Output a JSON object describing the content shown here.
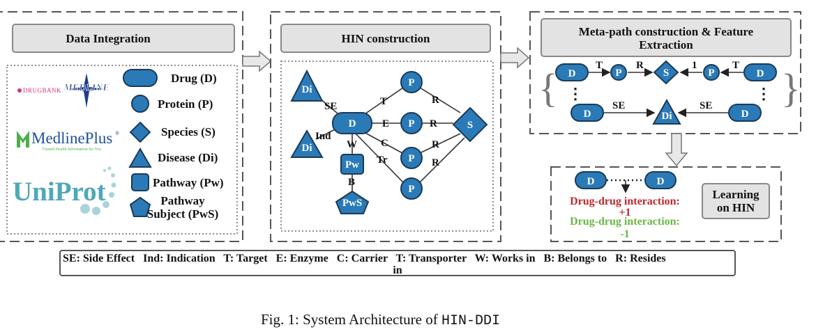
{
  "colors": {
    "node_fill": "#2a7ab8",
    "node_stroke": "#1b3a55",
    "header_fill": "#e3e3e3",
    "positive": "#c0272d",
    "negative": "#6bb745",
    "uniprot_teal": "#4fa8b8",
    "medline_green": "#4fae4d",
    "drugbank_pink": "#d5317a"
  },
  "sections": {
    "data_integration": "Data Integration",
    "hin_construction": "HIN construction",
    "metapath_line1": "Meta-path construction & Feature",
    "metapath_line2": "Extraction",
    "learning_line1": "Learning",
    "learning_line2": "on HIN"
  },
  "sources": {
    "drugbank": "DRUGBANK",
    "medline": "MEDLINE",
    "medlineplus": "MedlinePlus",
    "medlineplus_reg": "®",
    "medlineplus_tag": "Trusted Health Information for You",
    "uniprot": "UniProt"
  },
  "node_types": [
    {
      "label": "Drug (D)",
      "icon": "rounded-rectangle"
    },
    {
      "label": "Protein (P)",
      "icon": "circle"
    },
    {
      "label": "Species (S)",
      "icon": "diamond"
    },
    {
      "label": "Disease (Di)",
      "icon": "triangle"
    },
    {
      "label": "Pathway (Pw)",
      "icon": "rounded-square"
    },
    {
      "label_line1": "Pathway",
      "label_line2": "Subject (PwS)",
      "icon": "pentagon"
    }
  ],
  "hin": {
    "nodes": {
      "drug": "D",
      "disease_se": "Di",
      "disease_ind": "Di",
      "pathway": "Pw",
      "pathway_subject": "PwS",
      "protein1": "P",
      "protein2": "P",
      "protein3": "P",
      "protein4": "P",
      "species": "S"
    },
    "edges": {
      "se": "SE",
      "ind": "Ind",
      "w": "W",
      "b": "B",
      "t": "T",
      "e": "E",
      "c": "C",
      "tr": "Tr",
      "r1": "R",
      "r2": "R",
      "r3": "R",
      "r4": "R"
    }
  },
  "metapath": {
    "path1": [
      "D",
      "P",
      "S",
      "P",
      "D"
    ],
    "path1_edges": [
      "T",
      "R",
      "1",
      "T"
    ],
    "ellipsis": "⋮",
    "path2": [
      "D",
      "Di",
      "D"
    ],
    "path2_edges": [
      "SE",
      "SE"
    ]
  },
  "learning": {
    "nodes": [
      "D",
      "D"
    ],
    "positive_text": "Drug-drug interaction:",
    "positive_value": "+1",
    "negative_text": "Drug-drug interaction:",
    "negative_value": "-1"
  },
  "legend_line1": "SE: Side Effect   Ind: Indication   T: Target   E: Enzyme   C: Carrier   T: Transporter   W: Works in   B: Belongs to   R: Resides",
  "legend_line2": "in",
  "caption": {
    "prefix": "Fig. 1: System Architecture of ",
    "name": "HIN-DDI"
  }
}
